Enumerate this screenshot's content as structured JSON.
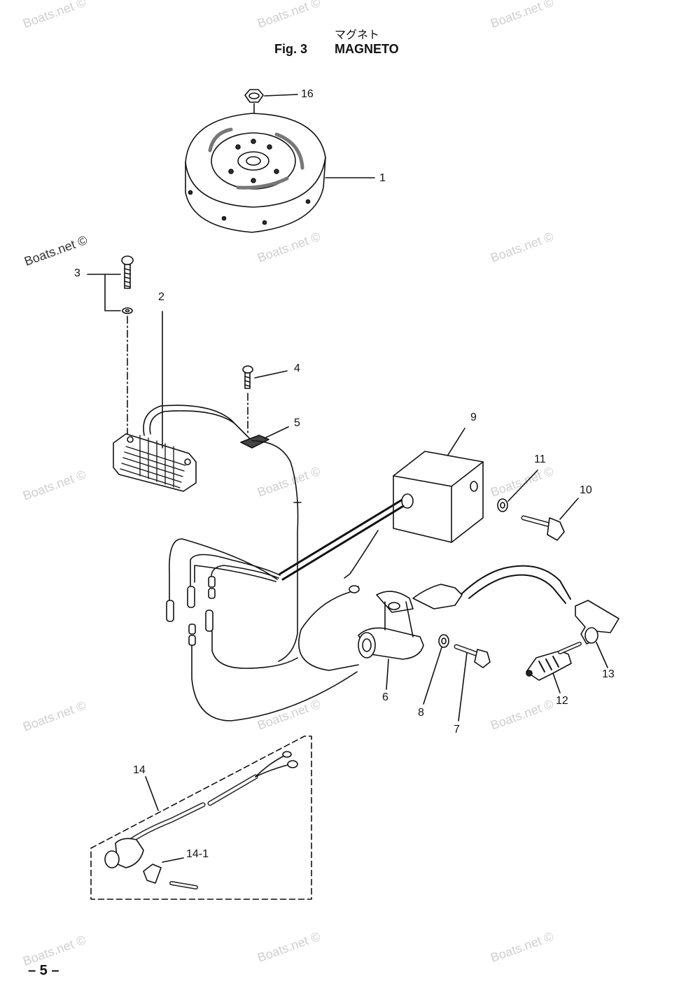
{
  "header": {
    "title_jp": "マグネト",
    "fig_label": "Fig. 3",
    "title_en": "MAGNETO"
  },
  "callouts": {
    "c1": "1",
    "c2": "2",
    "c3": "3",
    "c4": "4",
    "c5": "5",
    "c6": "6",
    "c7": "7",
    "c8": "8",
    "c9": "9",
    "c10": "10",
    "c11": "11",
    "c12": "12",
    "c13": "13",
    "c14": "14",
    "c14_1": "14-1",
    "c16": "16"
  },
  "watermark": "Boats.net ©",
  "page_number": "– 5 –"
}
